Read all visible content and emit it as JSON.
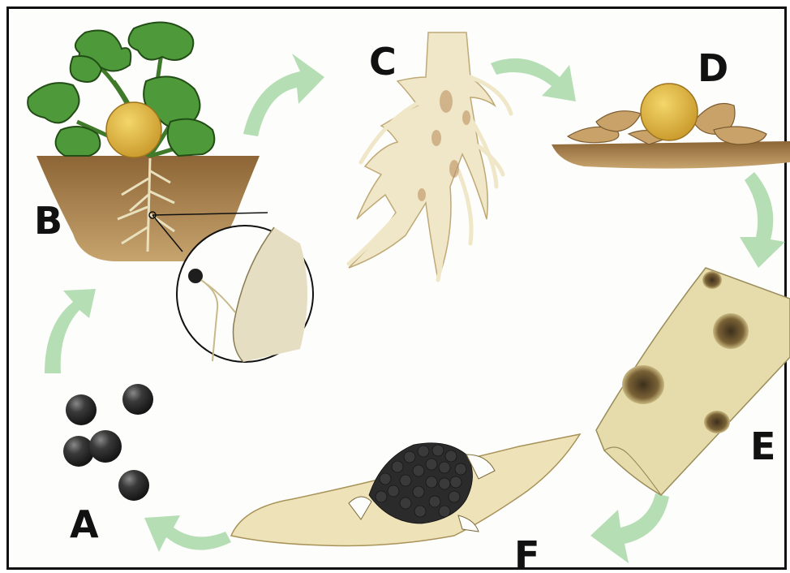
{
  "diagram": {
    "stages": [
      {
        "id": "A",
        "label": "A"
      },
      {
        "id": "B",
        "label": "B"
      },
      {
        "id": "C",
        "label": "C"
      },
      {
        "id": "D",
        "label": "D"
      },
      {
        "id": "E",
        "label": "E"
      },
      {
        "id": "F",
        "label": "F"
      }
    ],
    "colors": {
      "arrow": "#a9d8a8",
      "soil": "#b88f5a",
      "leaf": "#4e9a3a",
      "fruit": "#e2b83a",
      "root": "#efe7c7",
      "spore": "#2a2a2a",
      "background": "#fdfdfb"
    }
  }
}
